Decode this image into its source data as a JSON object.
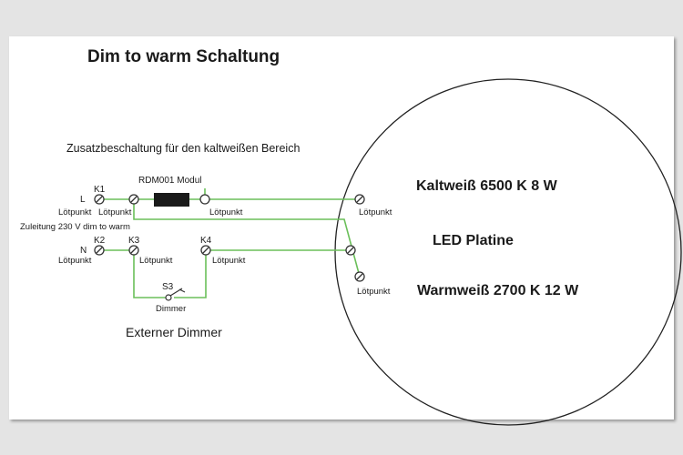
{
  "title": "Dim to warm Schaltung",
  "subtitle": "Zusatzbeschaltung für den kaltweißen Bereich",
  "module": "RDM001 Modul",
  "feed": "Zuleitung 230 V dim to warm",
  "external_dimmer": "Externer Dimmer",
  "dimmer_id": "S3",
  "dimmer_label": "Dimmer",
  "led_board": "LED Platine",
  "cold": "Kaltweiß 6500 K 8 W",
  "warm": "Warmweiß 2700 K 12 W",
  "solder": "Lötpunkt",
  "L": "L",
  "N": "N",
  "K1": "K1",
  "K2": "K2",
  "K3": "K3",
  "K4": "K4",
  "colors": {
    "wire": "#6bbf5a",
    "module": "#1a1a1a",
    "background": "#ffffff"
  }
}
